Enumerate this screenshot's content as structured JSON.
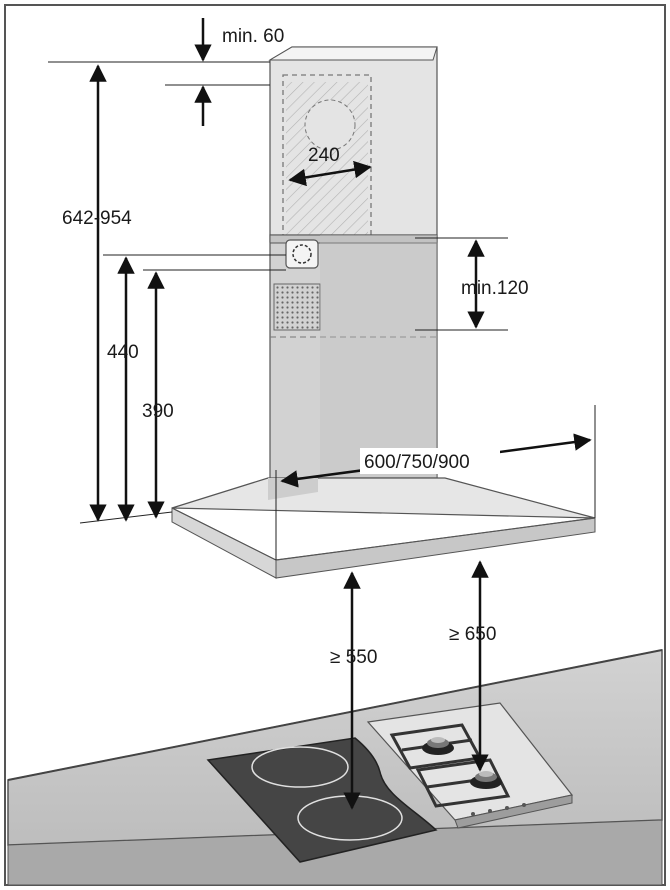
{
  "dimensions": {
    "ceiling_gap": "min. 60",
    "chimney_width": "240",
    "total_height": "642-954",
    "height_440": "440",
    "height_390": "390",
    "upper_gap": "min.120",
    "hood_width": "600/750/900",
    "clearance_electric": "≥ 550",
    "clearance_gas": "≥ 650"
  },
  "colors": {
    "frame": "#555555",
    "steel_light": "#e3e3e3",
    "steel_mid": "#cfcfcf",
    "steel_dark": "#b2b2b2",
    "counter_top": "#c9c9c9",
    "counter_front": "#a9a9a9",
    "glass_hob": "#454545",
    "arrow": "#111111"
  }
}
